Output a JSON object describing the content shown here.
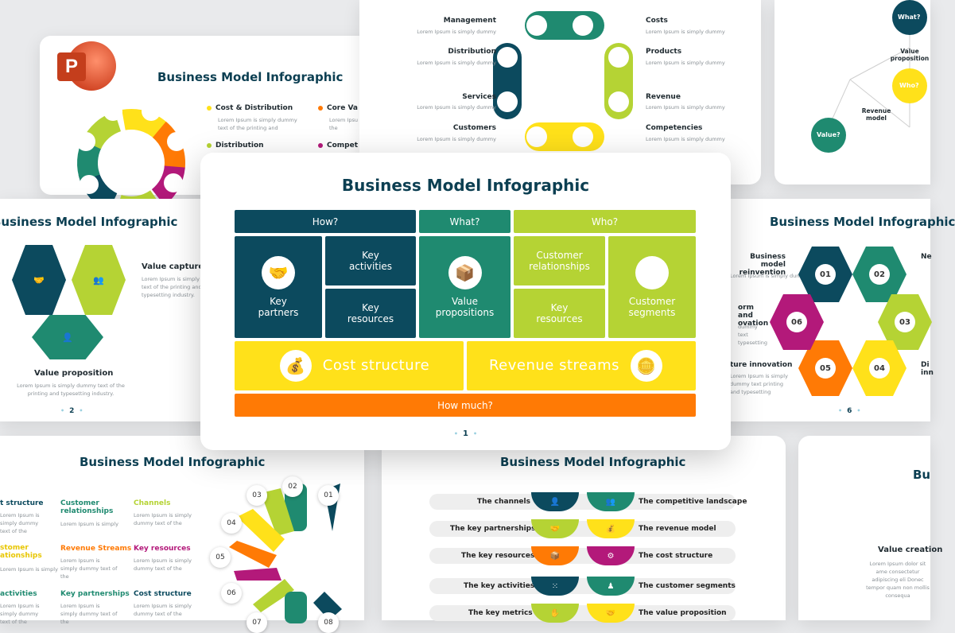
{
  "colors": {
    "navy": "#0c4a5e",
    "teal": "#1f8a70",
    "lime": "#b5d334",
    "yellow": "#ffe11a",
    "orange": "#ff7a05",
    "magenta": "#b3197a",
    "title": "#0c3f52",
    "ppt_red": "#d24726"
  },
  "app_logo": {
    "letter": "P",
    "icon": "powerpoint-icon"
  },
  "main": {
    "title": "Business Model Infographic",
    "headers": {
      "how": "How?",
      "what": "What?",
      "who": "Who?"
    },
    "cells": {
      "key_partners": "Key partners",
      "key_activities": "Key activities",
      "key_resources_left": "Key resources",
      "value_propositions": "Value propositions",
      "customer_relationships": "Customer relationships",
      "key_resources_right": "Key resources",
      "customer_segments": "Customer segments",
      "cost_structure": "Cost structure",
      "revenue_streams": "Revenue streams",
      "how_much": "How much?"
    },
    "page": "1"
  },
  "slide_tl": {
    "title": "Business Model Infographic",
    "items": [
      {
        "label": "Cost & Distribution",
        "desc": "Lorem Ipsum is simply dummy text of the printing and"
      },
      {
        "label": "Core Va",
        "desc": "Lorem Ipsu text of the"
      },
      {
        "label": "Distribution",
        "desc": ""
      },
      {
        "label": "Compet",
        "desc": ""
      }
    ]
  },
  "slide_tc": {
    "left": [
      {
        "label": "Management",
        "desc": "Lorem Ipsum is simply dummy"
      },
      {
        "label": "Distribution",
        "desc": "Lorem Ipsum is simply dummy"
      },
      {
        "label": "Services",
        "desc": "Lorem Ipsum is simply dummy"
      },
      {
        "label": "Customers",
        "desc": "Lorem Ipsum is simply dummy"
      }
    ],
    "right": [
      {
        "label": "Costs",
        "desc": "Lorem Ipsum is simply dummy"
      },
      {
        "label": "Products",
        "desc": "Lorem Ipsum is simply dummy"
      },
      {
        "label": "Revenue",
        "desc": "Lorem Ipsum is simply dummy"
      },
      {
        "label": "Competencies",
        "desc": "Lorem Ipsum is simply dummy"
      }
    ]
  },
  "slide_tr": {
    "what": "What?",
    "value_proposition": "Value proposition",
    "who": "Who?",
    "revenue_model": "Revenue model",
    "value": "Value?"
  },
  "slide_ml": {
    "title": "Business Model Infographic",
    "value_capture": "Value capture",
    "value_capture_desc": "Lorem Ipsum is simply dummy text of the printing and typesetting industry.",
    "value_proposition": "Value proposition",
    "value_proposition_desc": "Lorem Ipsum is simply dummy text of the printing and typesetting industry.",
    "page": "2"
  },
  "slide_mr": {
    "title": "Business Model Infographic",
    "items": [
      {
        "label": "Business model reinvention",
        "desc": "Lorem Ipsum is simply dummy text"
      },
      {
        "label": "orm and ovation",
        "desc": "dummy text typesetting"
      },
      {
        "label": "ture innovation",
        "desc": "Lorem Ipsum is simply dummy text printing and typesetting"
      }
    ],
    "right_fragments": [
      "Ne",
      "Di inn"
    ],
    "numbers": [
      "01",
      "02",
      "03",
      "04",
      "05",
      "06"
    ],
    "page": "6"
  },
  "slide_bl": {
    "title": "Business Model Infographic",
    "items": [
      {
        "label": "t structure",
        "desc": "Lorem Ipsum is simply dummy text of the"
      },
      {
        "label": "Customer relationships",
        "desc": "Lorem Ipsum is simply"
      },
      {
        "label": "Channels",
        "desc": "Lorem Ipsum is simply dummy text of the"
      },
      {
        "label": "stomer ationships",
        "desc": "Lorem Ipsum is simply"
      },
      {
        "label": "Revenue Streams",
        "desc": "Lorem Ipsum is simply dummy text of the"
      },
      {
        "label": "Key resources",
        "desc": "Lorem Ipsum is simply dummy text of the"
      },
      {
        "label": "activities",
        "desc": "Lorem Ipsum is simply dummy text of the"
      },
      {
        "label": "Key partnerships",
        "desc": "Lorem Ipsum is simply dummy text of the"
      },
      {
        "label": "Cost structure",
        "desc": "Lorem Ipsum is simply dummy text of the"
      }
    ],
    "numbers": [
      "03",
      "02",
      "01",
      "04",
      "05",
      "06",
      "07",
      "08"
    ]
  },
  "slide_bc": {
    "title": "Business Model Infographic",
    "rows": [
      {
        "left": "The channels",
        "right": "The competitive landscape"
      },
      {
        "left": "The key partnerships",
        "right": "The revenue model"
      },
      {
        "left": "The key resources",
        "right": "The cost structure"
      },
      {
        "left": "The key activities",
        "right": "The customer segments"
      },
      {
        "left": "The key metrics",
        "right": "The value proposition"
      }
    ]
  },
  "slide_br": {
    "title": "Bu",
    "value_creation": "Value creation",
    "desc": "Lorem Ipsum dolor sit ame consectetur adipiscing eli Donec tempor quam non mollis consequa"
  }
}
